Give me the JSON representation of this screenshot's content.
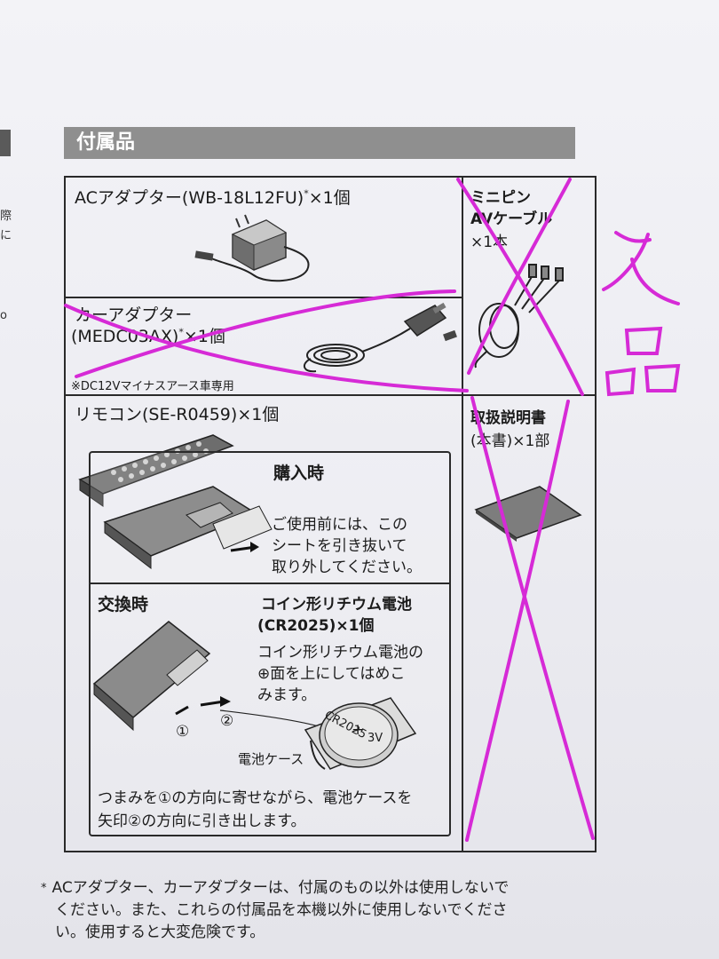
{
  "left_edge": {
    "fragments": [
      "際",
      "に",
      "o"
    ]
  },
  "section": {
    "title": "付属品"
  },
  "ac_adapter": {
    "name": "ACアダプター(WB-18L12FU)",
    "mark": "*",
    "qty": "×1個"
  },
  "car_adapter": {
    "name": "カーアダプター",
    "model": "(MEDC03AX)",
    "mark": "*",
    "qty": "×1個",
    "note": "※DC12Vマイナスアース車専用"
  },
  "av_cable": {
    "line1": "ミニピン",
    "line2": "AVケーブル",
    "qty": "×1本"
  },
  "remote": {
    "name": "リモコン(SE-R0459)",
    "qty": "×1個",
    "purchase": {
      "heading": "購入時",
      "lines": [
        "ご使用前には、この",
        "シートを引き抜いて",
        "取り外してください。"
      ]
    },
    "replace": {
      "heading": "交換時",
      "battery_name": "コイン形リチウム電池",
      "battery_model": "(CR2025)×1個",
      "battery_lines": [
        "コイン形リチウム電池の",
        "⊕面を上にしてはめこ",
        "みます。"
      ],
      "case_label": "電池ケース",
      "arrow1": "①",
      "arrow2": "②",
      "coin_text": "CR2025",
      "coin_plus": "+",
      "coin_volt": "3V",
      "bottom_lines": [
        "つまみを①の方向に寄せながら、電池ケースを",
        "矢印②の方向に引き出します。"
      ]
    }
  },
  "manual": {
    "line1": "取扱説明書",
    "line2": "(本書)×1部"
  },
  "handwriting": {
    "text": "欠品",
    "color": "#d62ad6"
  },
  "footnote": {
    "mark": "*",
    "lines": [
      "ACアダプター、カーアダプターは、付属のもの以外は使用しないで",
      "ください。また、これらの付属品を本機以外に使用しないでくださ",
      "い。使用すると大変危険です。"
    ]
  }
}
